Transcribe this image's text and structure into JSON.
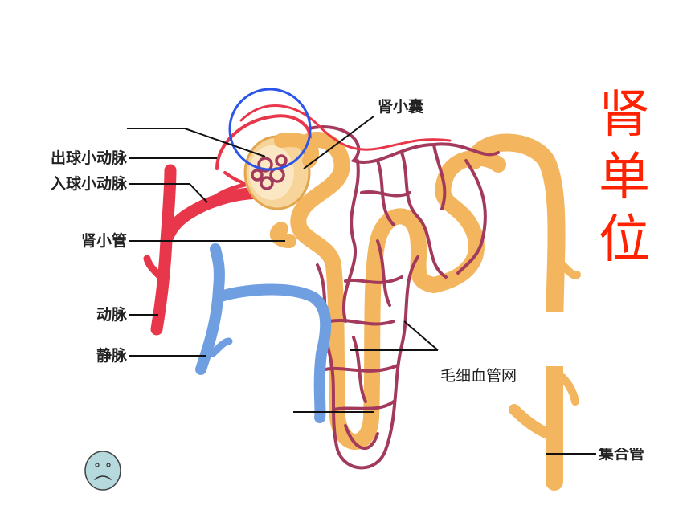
{
  "title_chars": [
    "肾",
    "单",
    "位"
  ],
  "labels": {
    "efferent_arteriole": "出球小动脉",
    "afferent_arteriole": "入球小动脉",
    "renal_tubule": "肾小管",
    "artery": "动脉",
    "vein": "静脉",
    "bowmans_capsule": "肾小囊",
    "capillary_network": "毛细血管网",
    "collecting_duct": "集合管"
  },
  "colors": {
    "title": "#ff2200",
    "artery": "#e8364a",
    "vein": "#6f9fe0",
    "tubule": "#f3b55e",
    "capillary": "#a33a5c",
    "highlight_circle": "#2a55e8",
    "smiley": "#b5d9dc"
  },
  "icons": {
    "smiley": "sad-face-icon"
  }
}
